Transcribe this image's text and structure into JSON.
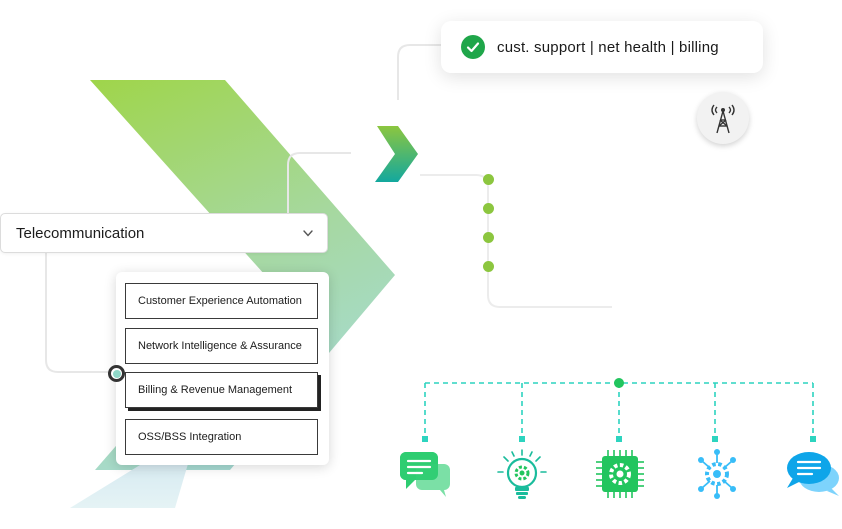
{
  "status": {
    "text": "cust. support | net health | billing",
    "icon": "check-circle-icon",
    "icon_color": "#1fa64a"
  },
  "tower": {
    "icon": "cell-tower-icon"
  },
  "dropdown": {
    "selected": "Telecommunication",
    "icon": "chevron-down-icon"
  },
  "options": [
    {
      "label": "Customer Experience Automation",
      "selected": false
    },
    {
      "label": "Network Intelligence & Assurance",
      "selected": false
    },
    {
      "label": "Billing & Revenue Management",
      "selected": true
    },
    {
      "label": "OSS/BSS Integration",
      "selected": false
    }
  ],
  "channels": [
    {
      "icon": "chat-bubbles-icon",
      "color": "#2ecc71"
    },
    {
      "icon": "lightbulb-gear-icon",
      "color": "#1abc9c"
    },
    {
      "icon": "processor-chip-gear-icon",
      "color": "#22c55e"
    },
    {
      "icon": "network-gear-icon",
      "color": "#38bdf8"
    },
    {
      "icon": "speech-bubbles-icon",
      "color": "#0ea5e9"
    }
  ],
  "colors": {
    "brand_green": "#8cc63f",
    "brand_teal": "#13a89e",
    "connector": "#2dd4bf",
    "hub": "#22c55e"
  }
}
